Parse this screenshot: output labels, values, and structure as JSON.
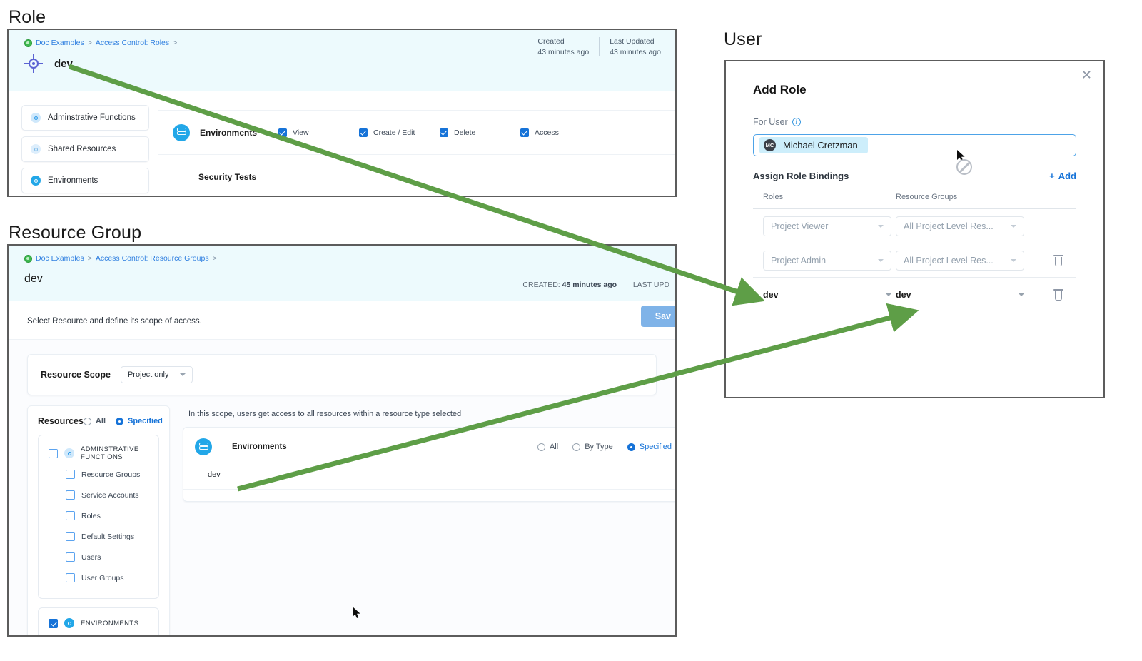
{
  "sections": {
    "role_caption": "Role",
    "resource_group_caption": "Resource Group",
    "user_caption": "User"
  },
  "role_panel": {
    "breadcrumb": [
      "Doc Examples",
      "Access Control: Roles"
    ],
    "breadcrumb_separator": ">",
    "title": "dev",
    "title_icon": "crosshair-target-icon",
    "meta": [
      {
        "label": "Created",
        "value": "43 minutes ago"
      },
      {
        "label": "Last Updated",
        "value": "43 minutes ago"
      }
    ],
    "categories": [
      {
        "label": "Adminstrative Functions",
        "icon": "dot-circle-icon",
        "state": "pale"
      },
      {
        "label": "Shared Resources",
        "icon": "dot-circle-icon",
        "state": "paler"
      },
      {
        "label": "Environments",
        "icon": "dot-circle-icon",
        "state": "solid"
      }
    ],
    "permission_rows": [
      {
        "name": "Environments",
        "icon": "environments-layers-icon",
        "checks": [
          {
            "label": "View",
            "checked": true
          },
          {
            "label": "Create / Edit",
            "checked": true
          },
          {
            "label": "Delete",
            "checked": true
          },
          {
            "label": "Access",
            "checked": true
          }
        ]
      },
      {
        "name": "Security Tests",
        "icon": "shield-search-icon",
        "checks": []
      }
    ]
  },
  "resource_group_panel": {
    "breadcrumb": [
      "Doc Examples",
      "Access Control: Resource Groups"
    ],
    "breadcrumb_separator": ">",
    "title": "dev",
    "meta_created_label": "CREATED:",
    "meta_created_value": "45 minutes ago",
    "meta_updated_label": "LAST UPD",
    "description": "Select Resource and define its scope of access.",
    "save_label": "Sav",
    "scope_label": "Resource Scope",
    "scope_value": "Project only",
    "resources_label": "Resources",
    "resources_modes": [
      {
        "label": "All",
        "selected": false
      },
      {
        "label": "Specified",
        "selected": true
      }
    ],
    "groups": [
      {
        "title": "ADMINSTRATIVE FUNCTIONS",
        "checked": false,
        "icon": "dot-circle-icon",
        "items": [
          {
            "label": "Resource Groups",
            "checked": false
          },
          {
            "label": "Service Accounts",
            "checked": false
          },
          {
            "label": "Roles",
            "checked": false
          },
          {
            "label": "Default Settings",
            "checked": false
          },
          {
            "label": "Users",
            "checked": false
          },
          {
            "label": "User Groups",
            "checked": false
          }
        ]
      },
      {
        "title": "ENVIRONMENTS",
        "checked": true,
        "icon": "environments-icon",
        "items": []
      }
    ],
    "scope_note": "In this scope, users get access to all resources within a resource type selected",
    "env_card": {
      "title": "Environments",
      "icon": "environments-layers-icon",
      "modes": [
        {
          "label": "All",
          "selected": false
        },
        {
          "label": "By Type",
          "selected": false
        },
        {
          "label": "Specified",
          "selected": true
        }
      ],
      "items": [
        "dev"
      ]
    }
  },
  "add_role_dialog": {
    "title": "Add Role",
    "close_icon": "close-icon",
    "for_user_label": "For User",
    "info_icon": "info-icon",
    "user_chip": {
      "initials": "MC",
      "name": "Michael Cretzman"
    },
    "bindings_title": "Assign Role Bindings",
    "add_label": "Add",
    "add_icon": "plus-icon",
    "columns": [
      "Roles",
      "Resource Groups"
    ],
    "rows": [
      {
        "role": "Project Viewer",
        "resource_group": "All Project Level Res...",
        "style": "placeholder",
        "delete": false
      },
      {
        "role": "Project Admin",
        "resource_group": "All Project Level Res...",
        "style": "placeholder",
        "delete": true
      },
      {
        "role": "dev",
        "resource_group": "dev",
        "style": "value",
        "delete": true
      }
    ]
  },
  "annotations": {
    "arrow_color": "#5e9e47",
    "arrows": [
      {
        "name": "role-dev-to-binding-role",
        "from": [
          97,
          93
        ],
        "to": [
          1063,
          420
        ]
      },
      {
        "name": "resource-group-dev-to-binding-resource-group",
        "from": [
          333,
          685
        ],
        "to": [
          1277,
          432
        ]
      }
    ]
  },
  "colors": {
    "accent_blue": "#1673d8",
    "header_band": "#edfafd",
    "link_blue": "#2f7fe0",
    "env_cyan": "#22a7e8",
    "shield_indigo": "#4f5bd5",
    "save_button": "#7fb3e8"
  }
}
